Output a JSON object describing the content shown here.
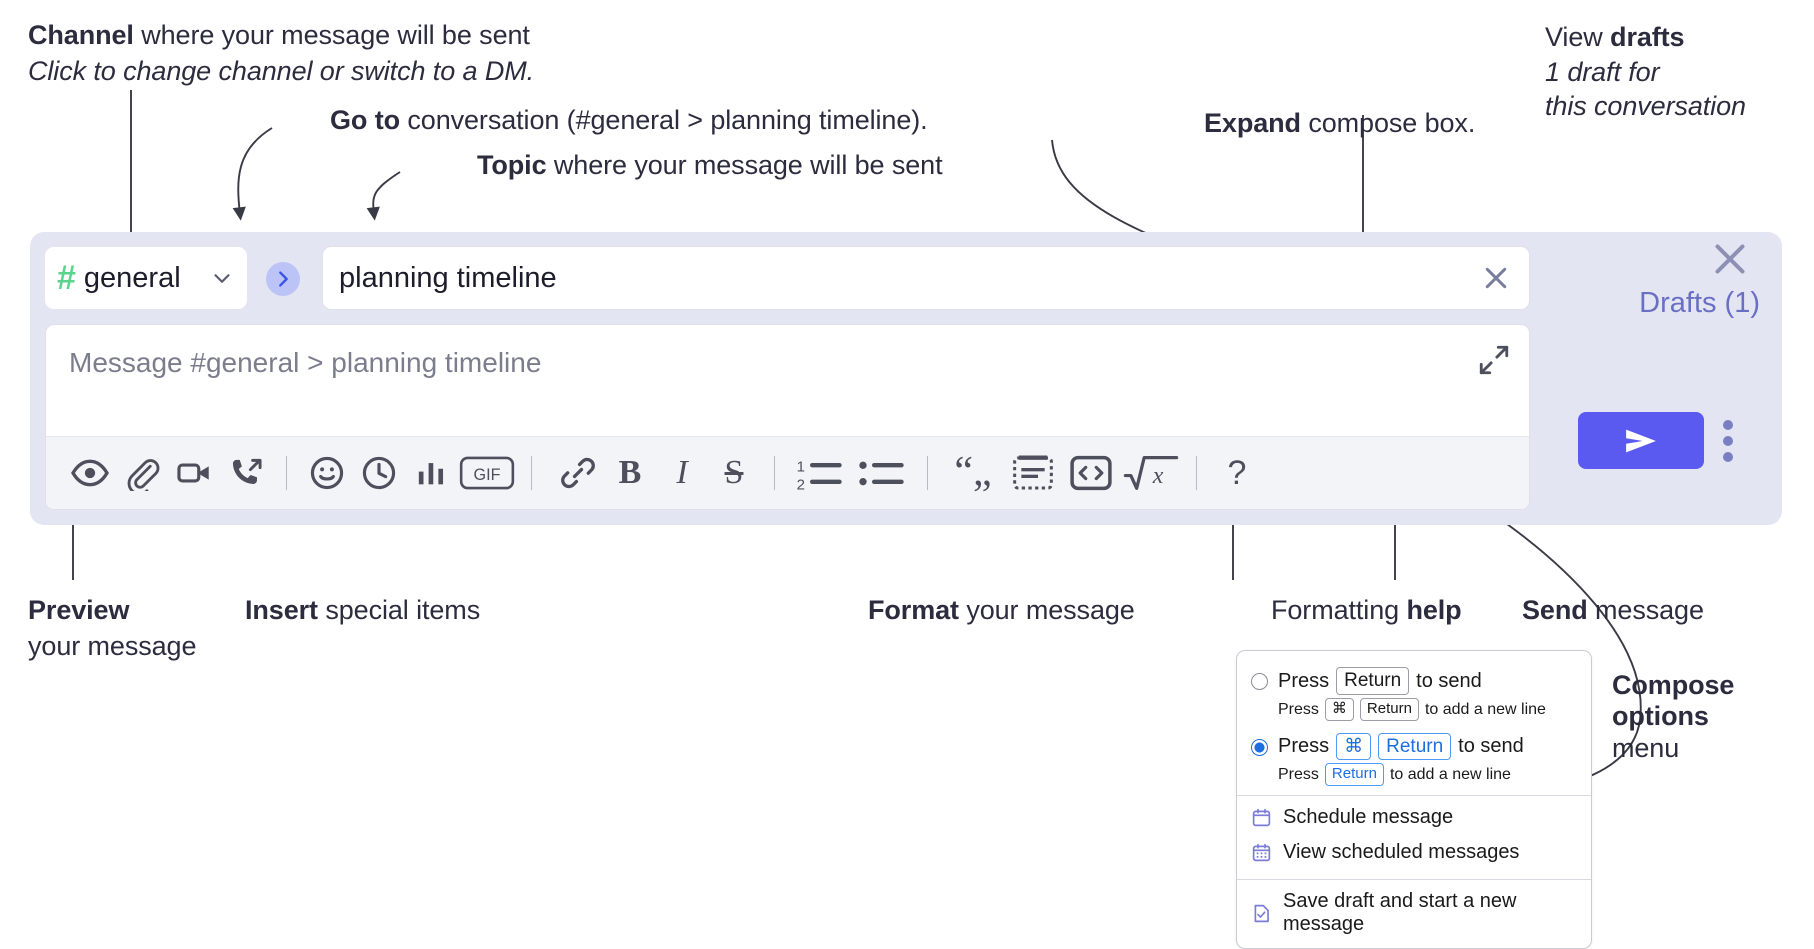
{
  "annotations": {
    "channel": {
      "bold": "Channel",
      "rest": " where your message will be sent",
      "italic": "Click to change channel or switch to a DM."
    },
    "goto": {
      "bold": "Go to",
      "rest": " conversation (#general > planning timeline)."
    },
    "topic": {
      "bold": "Topic",
      "rest": " where your message will be sent"
    },
    "expand": {
      "bold": "Expand",
      "rest": " compose box."
    },
    "drafts": {
      "bold_prefix": "View ",
      "bold": "drafts",
      "italic1": "1 draft for",
      "italic2": "this conversation"
    },
    "preview": {
      "bold": "Preview",
      "rest": "your message"
    },
    "insert": {
      "bold": "Insert",
      "rest": " special items"
    },
    "format": {
      "bold": "Format",
      "rest": " your message"
    },
    "help": {
      "rest": "Formatting ",
      "bold": "help"
    },
    "send": {
      "bold": "Send",
      "rest": " message"
    },
    "compose_options": {
      "bold1": "Compose",
      "bold2": "options",
      "rest": "menu"
    }
  },
  "composer": {
    "channel": {
      "hash_icon": "hash-icon",
      "name": "general",
      "chevron_icon": "chevron-down-icon"
    },
    "goto_icon": "chevron-right-icon",
    "topic": {
      "value": "planning timeline",
      "clear_icon": "close-icon"
    },
    "message": {
      "placeholder": "Message #general > planning timeline",
      "expand_icon": "expand-icon"
    },
    "drafts_label": "Drafts (1)",
    "send_icon": "send-paper-plane-icon",
    "kebab_icon": "vertical-dots-icon",
    "close_icon": "close-icon",
    "toolbar": [
      {
        "name": "preview-icon",
        "label": "Preview"
      },
      {
        "name": "attachment-paperclip-icon",
        "label": "Attach"
      },
      {
        "name": "video-camera-icon",
        "label": "Video clip"
      },
      {
        "name": "phone-call-icon",
        "label": "Audio clip"
      },
      {
        "name": "separator",
        "label": ""
      },
      {
        "name": "emoji-smiley-icon",
        "label": "Emoji"
      },
      {
        "name": "clock-icon",
        "label": "Reminder"
      },
      {
        "name": "bar-chart-icon",
        "label": "Poll"
      },
      {
        "name": "gif-icon",
        "label": "GIF"
      },
      {
        "name": "separator",
        "label": ""
      },
      {
        "name": "link-icon",
        "label": "Link"
      },
      {
        "name": "bold-icon",
        "label": "B"
      },
      {
        "name": "italic-icon",
        "label": "I"
      },
      {
        "name": "strikethrough-icon",
        "label": "S"
      },
      {
        "name": "separator",
        "label": ""
      },
      {
        "name": "ordered-list-icon",
        "label": "Ordered list"
      },
      {
        "name": "bulleted-list-icon",
        "label": "Bulleted list"
      },
      {
        "name": "separator",
        "label": ""
      },
      {
        "name": "blockquote-icon",
        "label": "Blockquote"
      },
      {
        "name": "code-block-icon",
        "label": "Code block"
      },
      {
        "name": "inline-code-icon",
        "label": "Code"
      },
      {
        "name": "math-sqrt-icon",
        "label": "Math"
      },
      {
        "name": "separator",
        "label": ""
      },
      {
        "name": "help-question-icon",
        "label": "?"
      }
    ]
  },
  "menu": {
    "options": [
      {
        "selected": false,
        "main_pre": "Press",
        "main_keys": [
          "Return"
        ],
        "main_post": "to send",
        "sub_pre": "Press",
        "sub_keys": [
          "⌘",
          "Return"
        ],
        "sub_post": "to add a new line"
      },
      {
        "selected": true,
        "main_pre": "Press",
        "main_keys": [
          "⌘",
          "Return"
        ],
        "main_post": "to send",
        "sub_pre": "Press",
        "sub_keys": [
          "Return"
        ],
        "sub_post": "to add a new line"
      }
    ],
    "items": [
      {
        "icon": "calendar-schedule-icon",
        "label": "Schedule message"
      },
      {
        "icon": "calendar-grid-icon",
        "label": "View scheduled messages"
      },
      {
        "icon": "save-draft-icon",
        "label": "Save draft and start a new message"
      }
    ]
  },
  "colors": {
    "panel_bg": "#e4e5f2",
    "send_button": "#5a5af0",
    "hash_green": "#5bd38d",
    "goto_circle": "#bcc4f7",
    "drafts_text": "#6b6fc4",
    "radio_blue": "#1d6fe0"
  }
}
